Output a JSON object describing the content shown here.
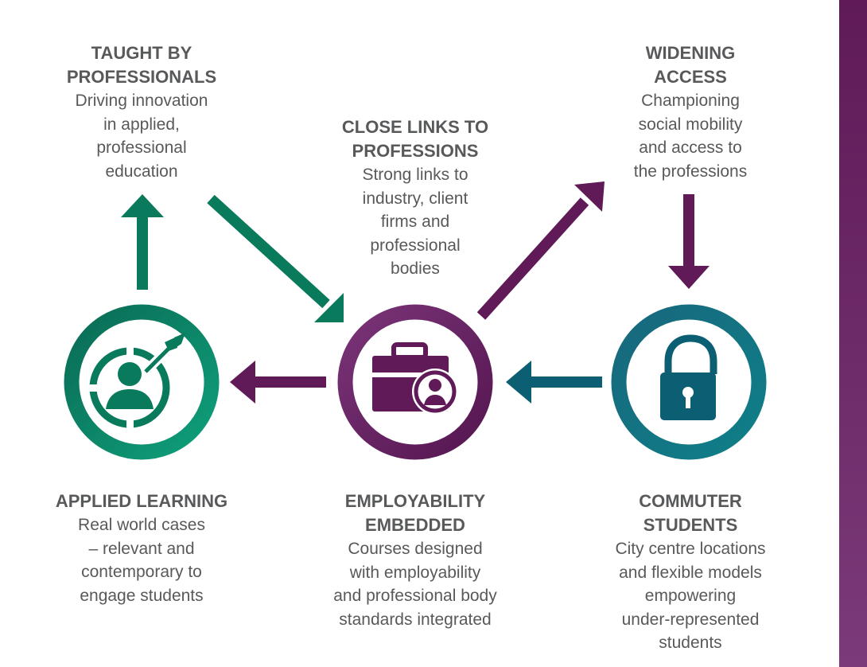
{
  "accent_colors": {
    "green": "#0a7a5c",
    "purple": "#5f1a57",
    "teal": "#0c5f73",
    "sidebar": "#6f2a6c"
  },
  "blocks": {
    "taught": {
      "heading": "TAUGHT BY\nPROFESSIONALS",
      "body": "Driving innovation\nin applied,\nprofessional\neducation"
    },
    "close_links": {
      "heading": "CLOSE LINKS TO\nPROFESSIONS",
      "body": "Strong links to\nindustry, client\nfirms and\nprofessional\nbodies"
    },
    "widening": {
      "heading": "WIDENING\nACCESS",
      "body": "Championing\nsocial mobility\nand access to\nthe professions"
    },
    "applied": {
      "heading": "APPLIED LEARNING",
      "body": "Real world cases\n– relevant and\ncontemporary to\nengage students"
    },
    "employability": {
      "heading": "EMPLOYABILITY\nEMBEDDED",
      "body": "Courses designed\nwith employability\nand professional body\nstandards integrated"
    },
    "commuter": {
      "heading": "COMMUTER\nSTUDENTS",
      "body": "City centre locations\nand flexible models\nempowering\nunder-represented\nstudents"
    }
  },
  "icons": {
    "applied": "person-target-icon",
    "employability": "briefcase-person-icon",
    "commuter": "open-padlock-icon"
  }
}
